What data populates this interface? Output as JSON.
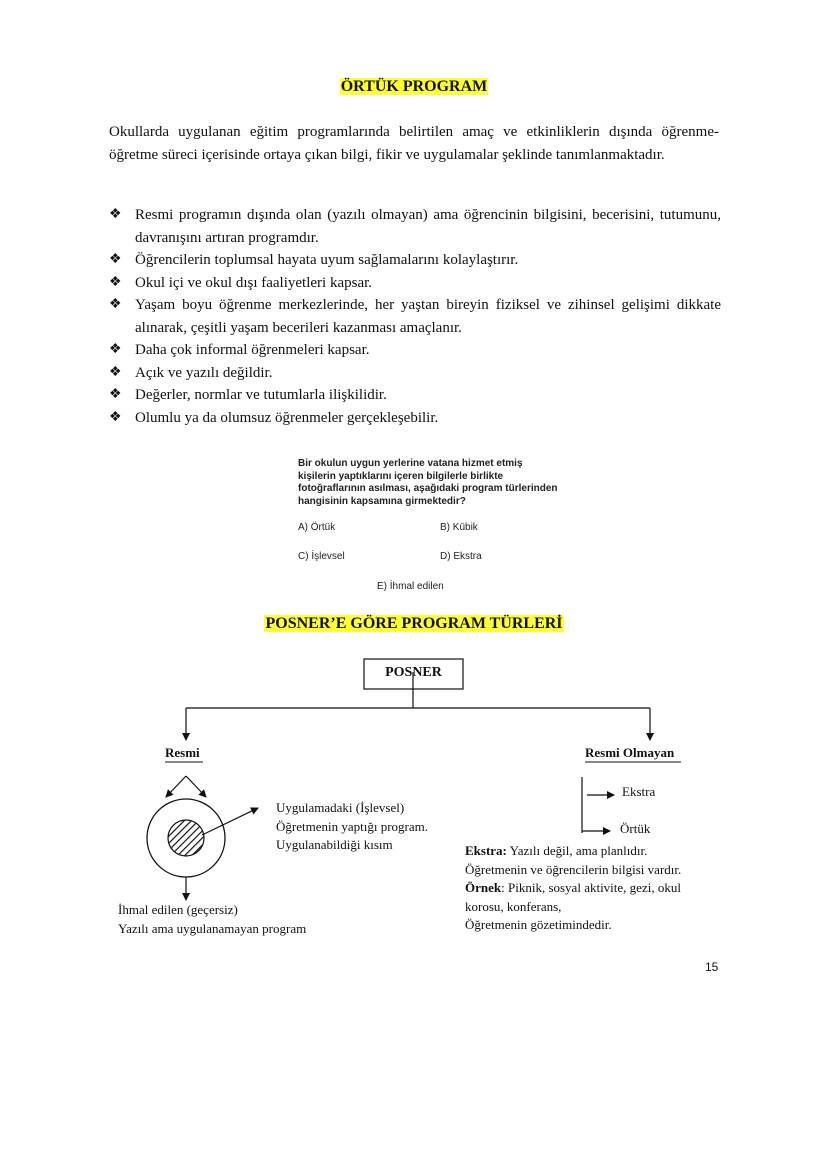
{
  "title": "ÖRTÜK PROGRAM",
  "intro": "Okullarda uygulanan eğitim programlarında belirtilen amaç ve etkinliklerin dışında öğrenme-öğretme süreci içerisinde ortaya çıkan bilgi, fikir ve uygulamalar şeklinde tanımlanmaktadır.",
  "bullets": [
    "Resmi programın dışında olan (yazılı olmayan) ama öğrencinin bilgisini, becerisini, tutumunu, davranışını artıran programdır.",
    "Öğrencilerin toplumsal hayata uyum sağlamalarını kolaylaştırır.",
    "Okul içi ve okul dışı faaliyetleri kapsar.",
    "Yaşam boyu öğrenme merkezlerinde, her yaştan bireyin fiziksel ve zihinsel gelişimi dikkate alınarak, çeşitli yaşam becerileri kazanması amaçlanır.",
    "Daha çok informal öğrenmeleri kapsar.",
    "Açık ve yazılı değildir.",
    "Değerler, normlar ve tutumlarla ilişkilidir.",
    "Olumlu ya da olumsuz öğrenmeler gerçekleşebilir."
  ],
  "bullet_symbol": "❖",
  "question": {
    "text": "Bir okulun uygun yerlerine vatana hizmet etmiş kişilerin yaptıklarını içeren bilgilerle birlikte fotoğraflarının asılması, aşağıdaki program türlerinden hangisinin kapsamına girmektedir?",
    "options": {
      "a": "A) Örtük",
      "b": "B) Kübik",
      "c": "C) İşlevsel",
      "d": "D) Ekstra",
      "e": "E) İhmal edilen"
    }
  },
  "section2_title": "POSNER’E GÖRE PROGRAM TÜRLERİ",
  "diagram": {
    "root": "POSNER",
    "left_label": "Resmi",
    "right_label": "Resmi Olmayan",
    "right_items": [
      "Ekstra",
      "Örtük"
    ],
    "applied_lines": [
      "Uygulamadaki (İşlevsel)",
      "Öğretmenin yaptığı program.",
      "Uygulanabildiği kısım"
    ],
    "ignored_lines": [
      "İhmal edilen (geçersiz)",
      "Yazılı ama uygulanamayan program"
    ],
    "extra_note": {
      "extra_label": "Ekstra:",
      "extra_text": " Yazılı değil, ama planlıdır.",
      "line2": "Öğretmenin ve öğrencilerin bilgisi vardır.",
      "example_label": "Örnek",
      "example_text": ": Piknik, sosyal aktivite, gezi, okul",
      "line4": "korosu, konferans,",
      "line5": "Öğretmenin gözetimindedir."
    }
  },
  "page_number": "15",
  "colors": {
    "highlight": "#ffff33",
    "text": "#111111"
  }
}
